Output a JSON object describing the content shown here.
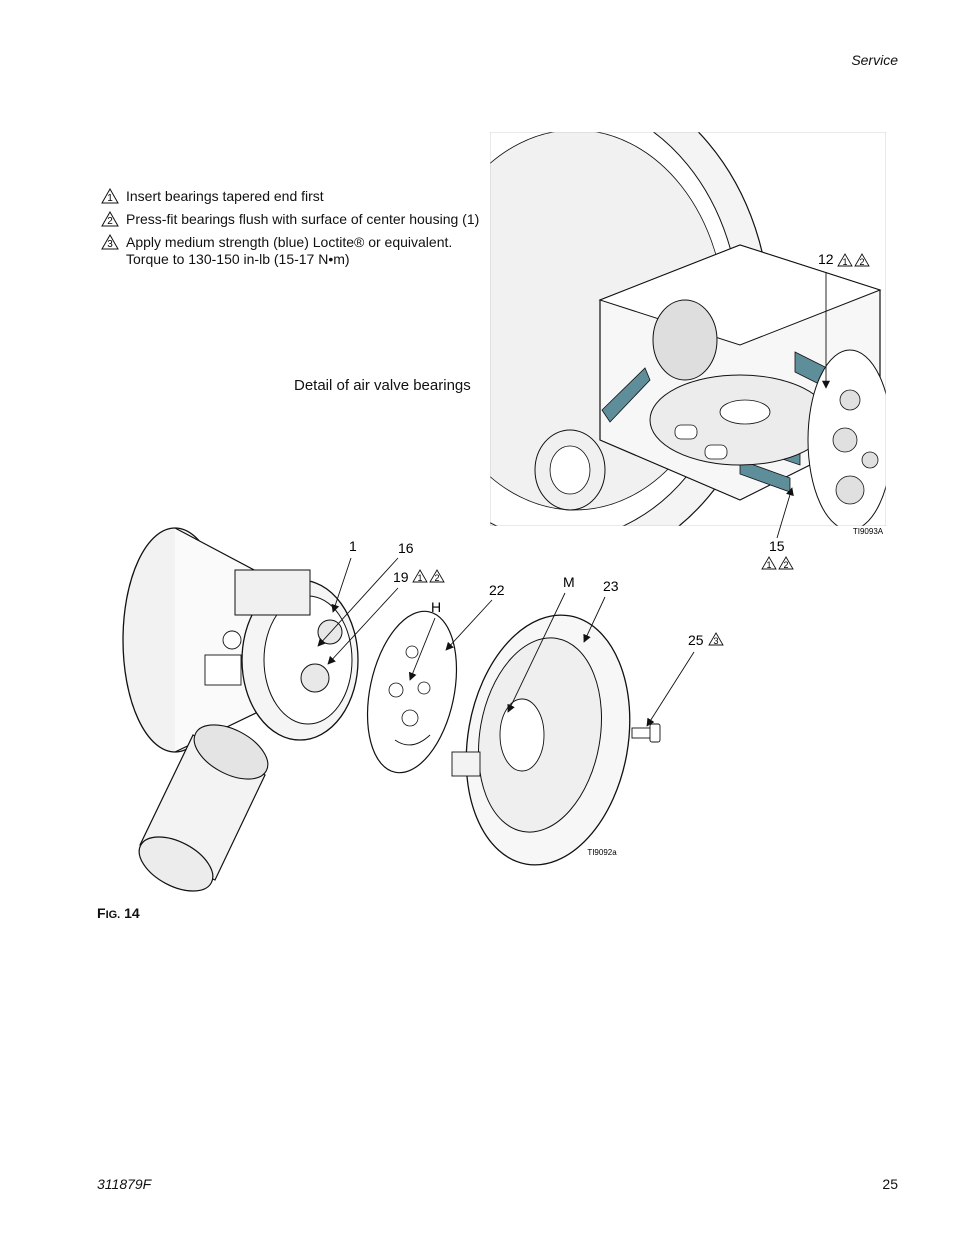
{
  "header": {
    "section": "Service"
  },
  "notes": [
    {
      "num": "1",
      "text": "Insert bearings tapered end first"
    },
    {
      "num": "2",
      "text": "Press-fit bearings flush with surface of center housing (1)"
    },
    {
      "num": "3",
      "text": "Apply medium strength (blue) Loctite® or equivalent.",
      "text2": "Torque to 130-150 in-lb (15-17 N•m)"
    }
  ],
  "detail_caption": "Detail of air valve bearings",
  "callouts": {
    "c12": "12",
    "c15": "15",
    "c1": "1",
    "c16": "16",
    "c19": "19",
    "c22": "22",
    "cH": "H",
    "cM": "M",
    "c23": "23",
    "c25": "25"
  },
  "tri_nums": {
    "one": "1",
    "two": "2",
    "three": "3"
  },
  "image_ids": {
    "top": "TI9093A",
    "bottom": "TI9092a"
  },
  "figure": {
    "prefix": "F",
    "small": "IG.",
    "number": "14"
  },
  "footer": {
    "doc_number": "311879F",
    "page": "25"
  },
  "colors": {
    "section_fill": "#5f8e9b",
    "line": "#111111",
    "shade": "#e6e6e6"
  }
}
